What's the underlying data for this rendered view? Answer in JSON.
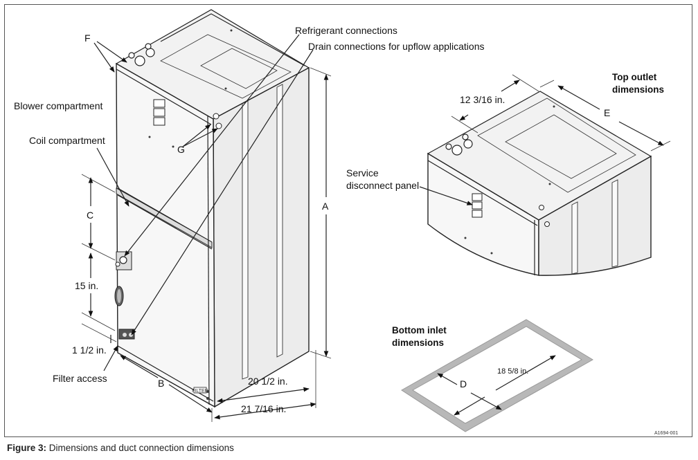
{
  "labels": {
    "f": "F",
    "refrigerant": "Refrigerant connections",
    "drain": "Drain connections for upflow applications",
    "blower": "Blower compartment",
    "coil": "Coil compartment",
    "g": "G",
    "c": "C",
    "a": "A",
    "dim15": "15 in.",
    "dim1_5": "1 1/2 in.",
    "filter": "Filter access",
    "b": "B",
    "dim20_5": "20 1/2 in.",
    "dim21_7": "21 7/16 in.",
    "dim12_3": "12 3/16 in.",
    "top_outlet_1": "Top outlet",
    "top_outlet_2": "dimensions",
    "e": "E",
    "service_1": "Service",
    "service_2": "disconnect panel",
    "bottom_inlet_1": "Bottom inlet",
    "bottom_inlet_2": "dimensions",
    "dim18_5": "18 5/8 in.",
    "d": "D",
    "art_id": "A1694-001",
    "filter_tag": "FILTER"
  },
  "caption": {
    "figure": "Figure 3:",
    "text": "Dimensions and duct connection dimensions"
  }
}
